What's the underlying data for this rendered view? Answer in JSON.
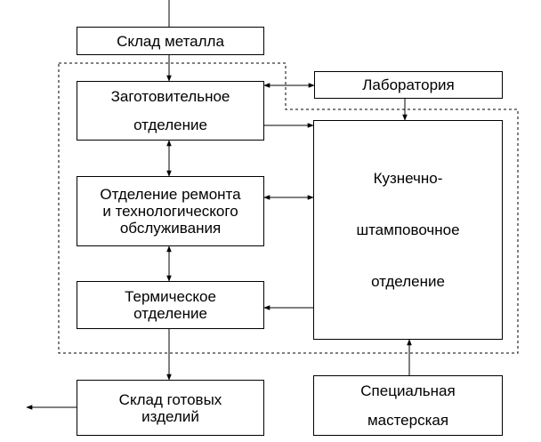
{
  "diagram": {
    "nodes": {
      "metal_storage": {
        "lines": [
          "Склад металла"
        ]
      },
      "laboratory": {
        "lines": [
          "Лаборатория"
        ]
      },
      "blank_dept": {
        "lines": [
          "Заготовительное",
          "отделение"
        ]
      },
      "repair_dept": {
        "lines": [
          "Отделение ремонта",
          "и технологического",
          "обслуживания"
        ]
      },
      "heat_dept": {
        "lines": [
          "Термическое",
          "отделение"
        ]
      },
      "forging_dept": {
        "lines": [
          "Кузнечно-",
          "штамповочное",
          "отделение"
        ]
      },
      "finished_storage": {
        "lines": [
          "Склад готовых",
          "изделий"
        ]
      },
      "special_workshop": {
        "lines": [
          "Специальная",
          "мастерская"
        ]
      }
    }
  }
}
